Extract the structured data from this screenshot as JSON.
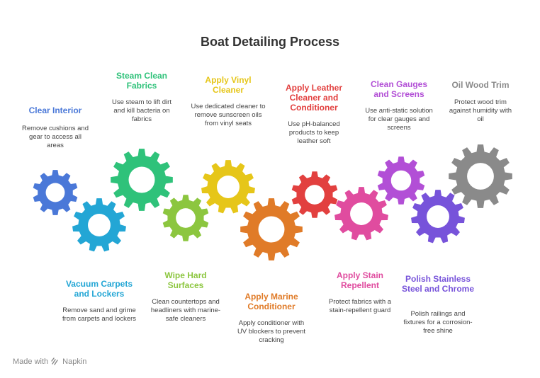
{
  "title": "Boat Detailing Process",
  "steps": [
    {
      "label": "Clear Interior",
      "description": "Remove cushions and gear to access all areas",
      "color": "#4A78D8"
    },
    {
      "label": "Vacuum Carpets and Lockers",
      "description": "Remove sand and grime from carpets and lockers",
      "color": "#23A6D5"
    },
    {
      "label": "Steam Clean Fabrics",
      "description": "Use steam to lift dirt and kill bacteria on fabrics",
      "color": "#2FC27A"
    },
    {
      "label": "Wipe Hard Surfaces",
      "description": "Clean countertops and headliners with marine-safe cleaners",
      "color": "#8CC63F"
    },
    {
      "label": "Apply Vinyl Cleaner",
      "description": "Use dedicated cleaner to remove sunscreen oils from vinyl seats",
      "color": "#E6C619"
    },
    {
      "label": "Apply Marine Conditioner",
      "description": "Apply conditioner with UV blockers to prevent cracking",
      "color": "#E07B28"
    },
    {
      "label": "Apply Leather Cleaner and Conditioner",
      "description": "Use pH-balanced products to keep leather soft",
      "color": "#E2403F"
    },
    {
      "label": "Apply Stain Repellent",
      "description": "Protect fabrics with a stain-repellent guard",
      "color": "#E04C9F"
    },
    {
      "label": "Clean Gauges and Screens",
      "description": "Use anti-static solution for clear gauges and screens",
      "color": "#B24FD6"
    },
    {
      "label": "Polish Stainless Steel and Chrome",
      "description": "Polish railings and fixtures for a corrosion-free shine",
      "color": "#7753DA"
    },
    {
      "label": "Oil Wood Trim",
      "description": "Protect wood trim against humidity with oil",
      "color": "#8A8A8A"
    }
  ],
  "footer": {
    "made_with": "Made with",
    "brand": "Napkin"
  }
}
